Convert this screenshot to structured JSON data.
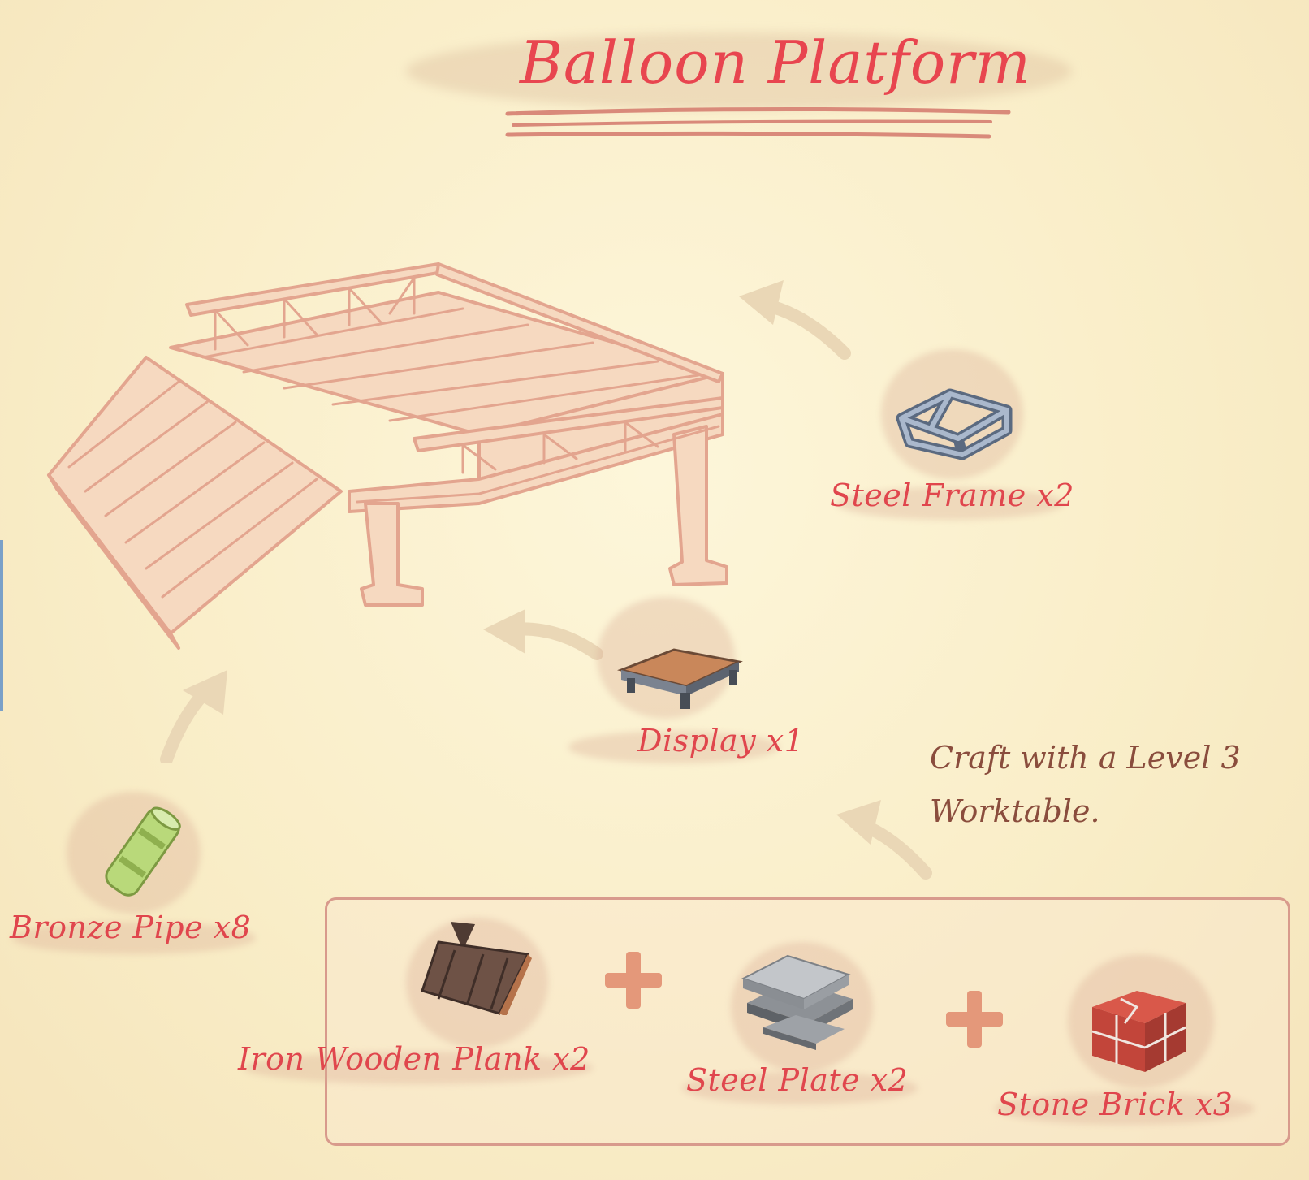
{
  "title": "Balloon Platform",
  "note": "Craft with a Level 3 Worktable.",
  "components": [
    {
      "name": "Steel Frame x2",
      "icon": "steel-frame-icon"
    },
    {
      "name": "Display x1",
      "icon": "display-icon"
    },
    {
      "name": "Bronze Pipe x8",
      "icon": "bronze-pipe-icon"
    }
  ],
  "recipe": [
    {
      "name": "Iron Wooden Plank x2",
      "icon": "iron-wooden-plank-icon"
    },
    {
      "name": "Steel Plate x2",
      "icon": "steel-plate-icon"
    },
    {
      "name": "Stone Brick x3",
      "icon": "stone-brick-icon"
    }
  ],
  "colors": {
    "background": "#fbf1d0",
    "title": "#e8454f",
    "label": "#e0464d",
    "note": "#8a4d3d",
    "sketch": "#e3a58f",
    "arrow": "#e9d4b3"
  }
}
